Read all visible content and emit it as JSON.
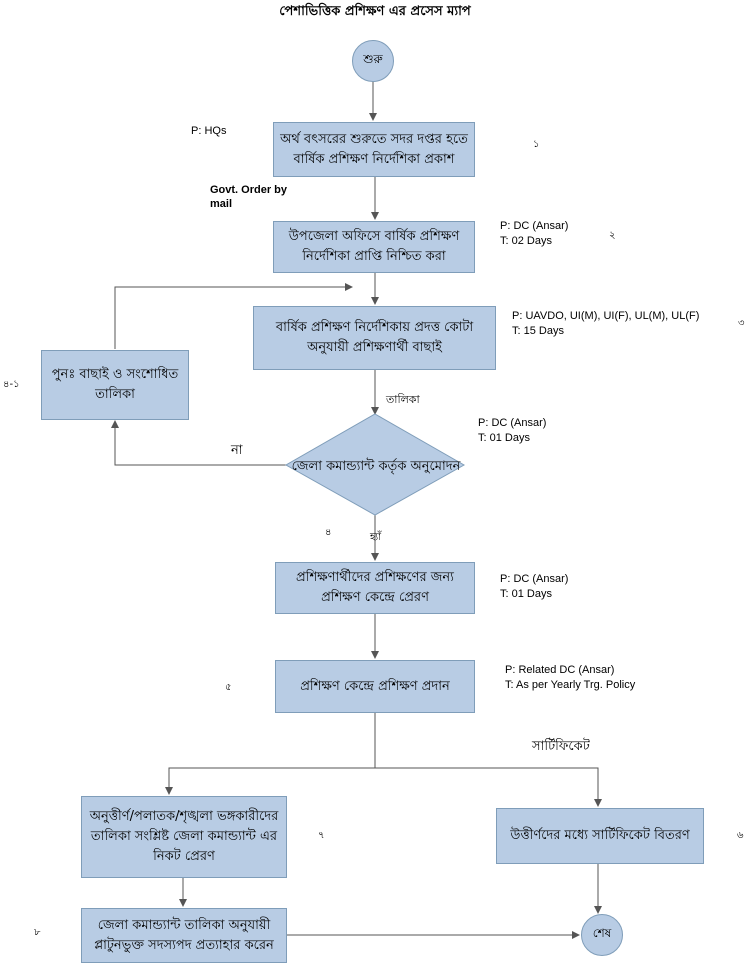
{
  "title": "পেশাভিত্তিক প্রশিক্ষণ এর প্রসেস ম্যাপ",
  "nodes": {
    "start": "শুরু",
    "step1": "অর্থ বৎসরের শুরুতে সদর দপ্তর হতে বার্ষিক প্রশিক্ষণ নির্দেশিকা প্রকাশ",
    "step2": "উপজেলা অফিসে বার্ষিক প্রশিক্ষণ নির্দেশিকা প্রাপ্তি নিশ্চিত করা",
    "step3": "বার্ষিক প্রশিক্ষণ নির্দেশিকায় প্রদত্ত কোটা অনুযায়ী প্রশিক্ষণার্থী বাছাই",
    "step3_1": "পুনঃ বাছাই ও সংশোধিত তালিকা",
    "decision": "জেলা কমান্ড্যান্ট কর্তৃক অনুমোদন",
    "step4": "প্রশিক্ষণার্থীদের প্রশিক্ষণের জন্য প্রশিক্ষণ কেন্দ্রে প্রেরণ",
    "step5": "প্রশিক্ষণ কেন্দ্রে প্রশিক্ষণ প্রদান",
    "step6": "উত্তীর্ণদের মধ্যে সার্টিফিকেট বিতরণ",
    "step7": "অনুত্তীর্ণ/পলাতক/শৃঙ্খলা ভঙ্গকারীদের তালিকা সংশ্লিষ্ট জেলা কমান্ড্যান্ট এর নিকট প্রেরণ",
    "step8": "জেলা কমান্ড্যান্ট তালিকা অনুযায়ী প্লাটুনভুক্ত সদস্যপদ প্রত্যাহার করেন",
    "end": "শেষ"
  },
  "notes": {
    "n1_p": "P: HQs",
    "govt_order": "Govt. Order by mail",
    "n2_p": "P: DC (Ansar)",
    "n2_t": "T: 02 Days",
    "n3_p": "P: UAVDO, UI(M), UI(F), UL(M), UL(F)",
    "n3_t": "T: 15 Days",
    "n_dec_p": "P: DC (Ansar)",
    "n_dec_t": "T: 01 Days",
    "n4_p": "P: DC (Ansar)",
    "n4_t": "T: 01 Days",
    "n5_p": "P: Related DC (Ansar)",
    "n5_t": "T: As per Yearly Trg. Policy"
  },
  "edge_labels": {
    "list": "তালিকা",
    "no": "না",
    "yes": "হ্যাঁ",
    "certificate": "সার্টিফিকেট"
  },
  "step_numbers": {
    "s1": "১",
    "s2": "২",
    "s3": "৩",
    "s3_1": "৪-১",
    "s4": "৪",
    "s5": "৫",
    "s6": "৬",
    "s7": "৭",
    "s8": "৮"
  },
  "colors": {
    "box_fill": "#b8cce4",
    "box_border": "#7f9db9",
    "line": "#555555"
  }
}
